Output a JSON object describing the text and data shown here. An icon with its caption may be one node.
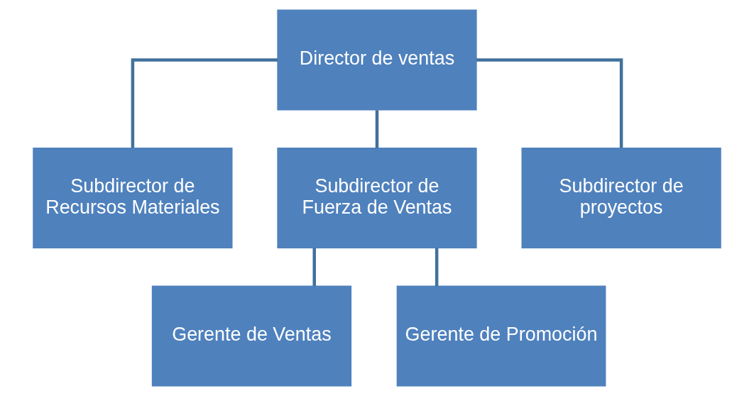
{
  "diagram": {
    "nodes": [
      {
        "text": [
          "Director de ventas"
        ]
      },
      {
        "text": [
          "Subdirector de Recursos Materiales"
        ]
      },
      {
        "text": [
          "Subdirector de Fuerza de Ventas"
        ]
      },
      {
        "text": [
          "Subdirector de proyectos"
        ]
      },
      {
        "text": [
          "Gerente de Ventas"
        ]
      },
      {
        "text": [
          "Gerente de Promoción"
        ]
      }
    ],
    "edges": [
      {
        "from": 0,
        "to": 1,
        "arrow": "none"
      },
      {
        "from": 0,
        "to": 2,
        "arrow": "none"
      },
      {
        "from": 0,
        "to": 3,
        "arrow": "none"
      },
      {
        "from": 2,
        "to": 4,
        "arrow": "none"
      },
      {
        "from": 2,
        "to": 5,
        "arrow": "none"
      }
    ]
  }
}
